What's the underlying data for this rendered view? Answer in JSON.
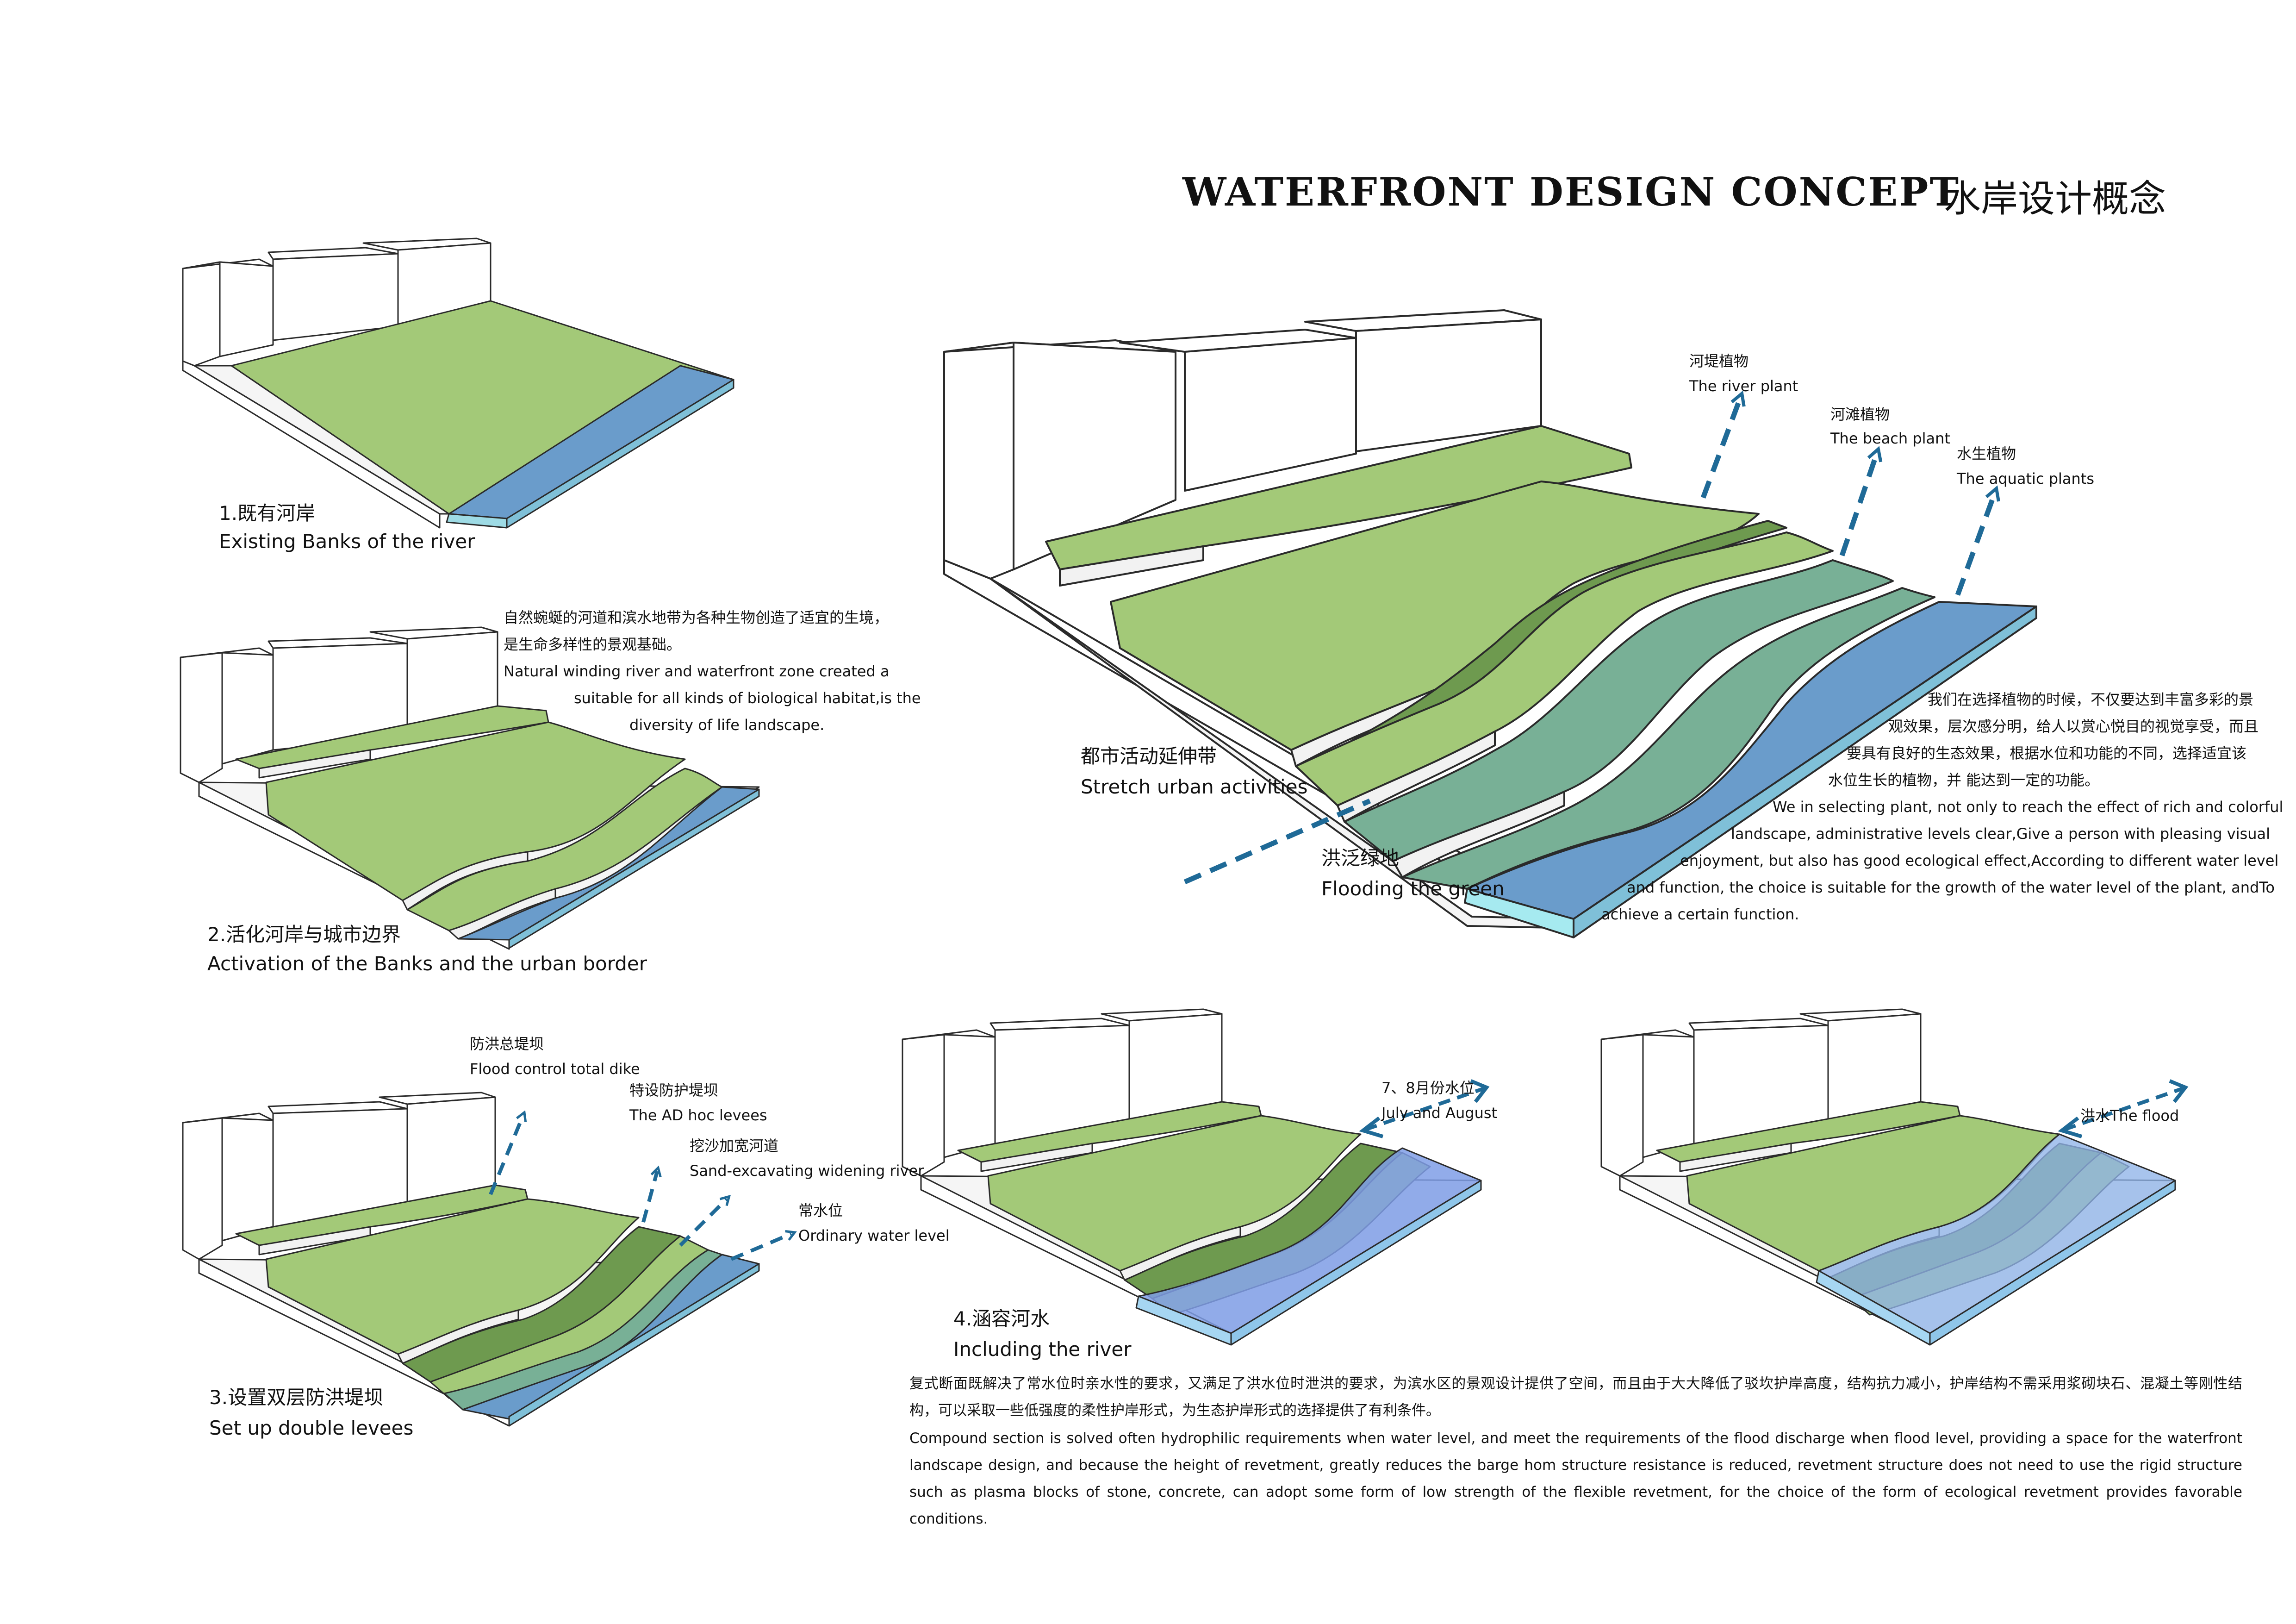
{
  "header": {
    "title_en": "WATERFRONT DESIGN CONCEPT",
    "title_cn": "水岸设计概念"
  },
  "diagram1": {
    "caption_cn": "1.既有河岸",
    "caption_en": "Existing Banks of the river"
  },
  "diagram2": {
    "caption_cn": "2.活化河岸与城市边界",
    "caption_en": "Activation of the Banks and the urban border",
    "note_lines": [
      "自然蜿蜒的河道和滨水地带为各种生物创造了适宜的生境，",
      "是生命多样性的景观基础。",
      "Natural winding river and waterfront zone created a",
      "suitable for all kinds of biological habitat,is the",
      "diversity of life landscape."
    ]
  },
  "main": {
    "labels": {
      "river_plant_cn": "河堤植物",
      "river_plant_en": "The river plant",
      "beach_plant_cn": "河滩植物",
      "beach_plant_en": "The beach plant",
      "aquatic_cn": "水生植物",
      "aquatic_en": "The aquatic plants",
      "urban_cn": "都市活动延伸带",
      "urban_en": "Stretch urban activities",
      "flood_green_cn": "洪泛绿地",
      "flood_green_en": "Flooding the green"
    },
    "note_lines": [
      "我们在选择植物的时候，不仅要达到丰富多彩的景",
      "观效果，层次感分明，给人以赏心悦目的视觉享受，而且",
      "要具有良好的生态效果，根据水位和功能的不同，选择适宜该",
      "水位生长的植物，并 能达到一定的功能。",
      "We in selecting plant, not only to reach the effect of rich and colorful",
      "landscape, administrative levels clear,Give a person with pleasing visual",
      "enjoyment, but also has good ecological effect,According to different water level",
      "and function, the choice is suitable for the growth of the water level of the plant, andTo",
      "achieve a certain function."
    ]
  },
  "diagram3": {
    "caption_cn": "3.设置双层防洪堤坝",
    "caption_en": "Set up double levees",
    "labels": {
      "dike_cn": "防洪总堤坝",
      "dike_en": "Flood control total dike",
      "levee_cn": "特设防护堤坝",
      "levee_en": "The AD hoc levees",
      "widen_cn": "挖沙加宽河道",
      "widen_en": "Sand-excavating widening river",
      "water_cn": "常水位",
      "water_en": "Ordinary water level"
    }
  },
  "diagram4": {
    "caption_cn": "4.涵容河水",
    "caption_en": "Including the river",
    "label_cn": "7、8月份水位",
    "label_en": "July and August"
  },
  "diagram5": {
    "label": "洪水The flood"
  },
  "bottom_paragraph": {
    "cn": "复式断面既解决了常水位时亲水性的要求，又满足了洪水位时泄洪的要求，为滨水区的景观设计提供了空间，而且由于大大降低了驳坎护岸高度，结构抗力减小，护岸结构不需采用浆砌块石、混凝土等刚性结构，可以采取一些低强度的柔性护岸形式，为生态护岸形式的选择提供了有利条件。",
    "en": "Compound section is solved often hydrophilic requirements when water level, and meet the requirements of the flood discharge when flood level, providing a space for the waterfront landscape design, and because the height of revetment, greatly reduces the barge hom structure resistance is reduced, revetment structure does not need to use the rigid structure such as plasma blocks of stone, concrete, can adopt some form of low strength of the flexible revetment, for the choice of the form of ecological revetment provides favorable conditions."
  },
  "colors": {
    "grass": "#a3c978",
    "grass_dark": "#93bd6a",
    "wetland": "#78b096",
    "water": "#6a9ccb",
    "water_flood": "#7f9ee6",
    "edge": "#2a2a2a",
    "arrow": "#1f6a97",
    "block": "#ffffff"
  }
}
